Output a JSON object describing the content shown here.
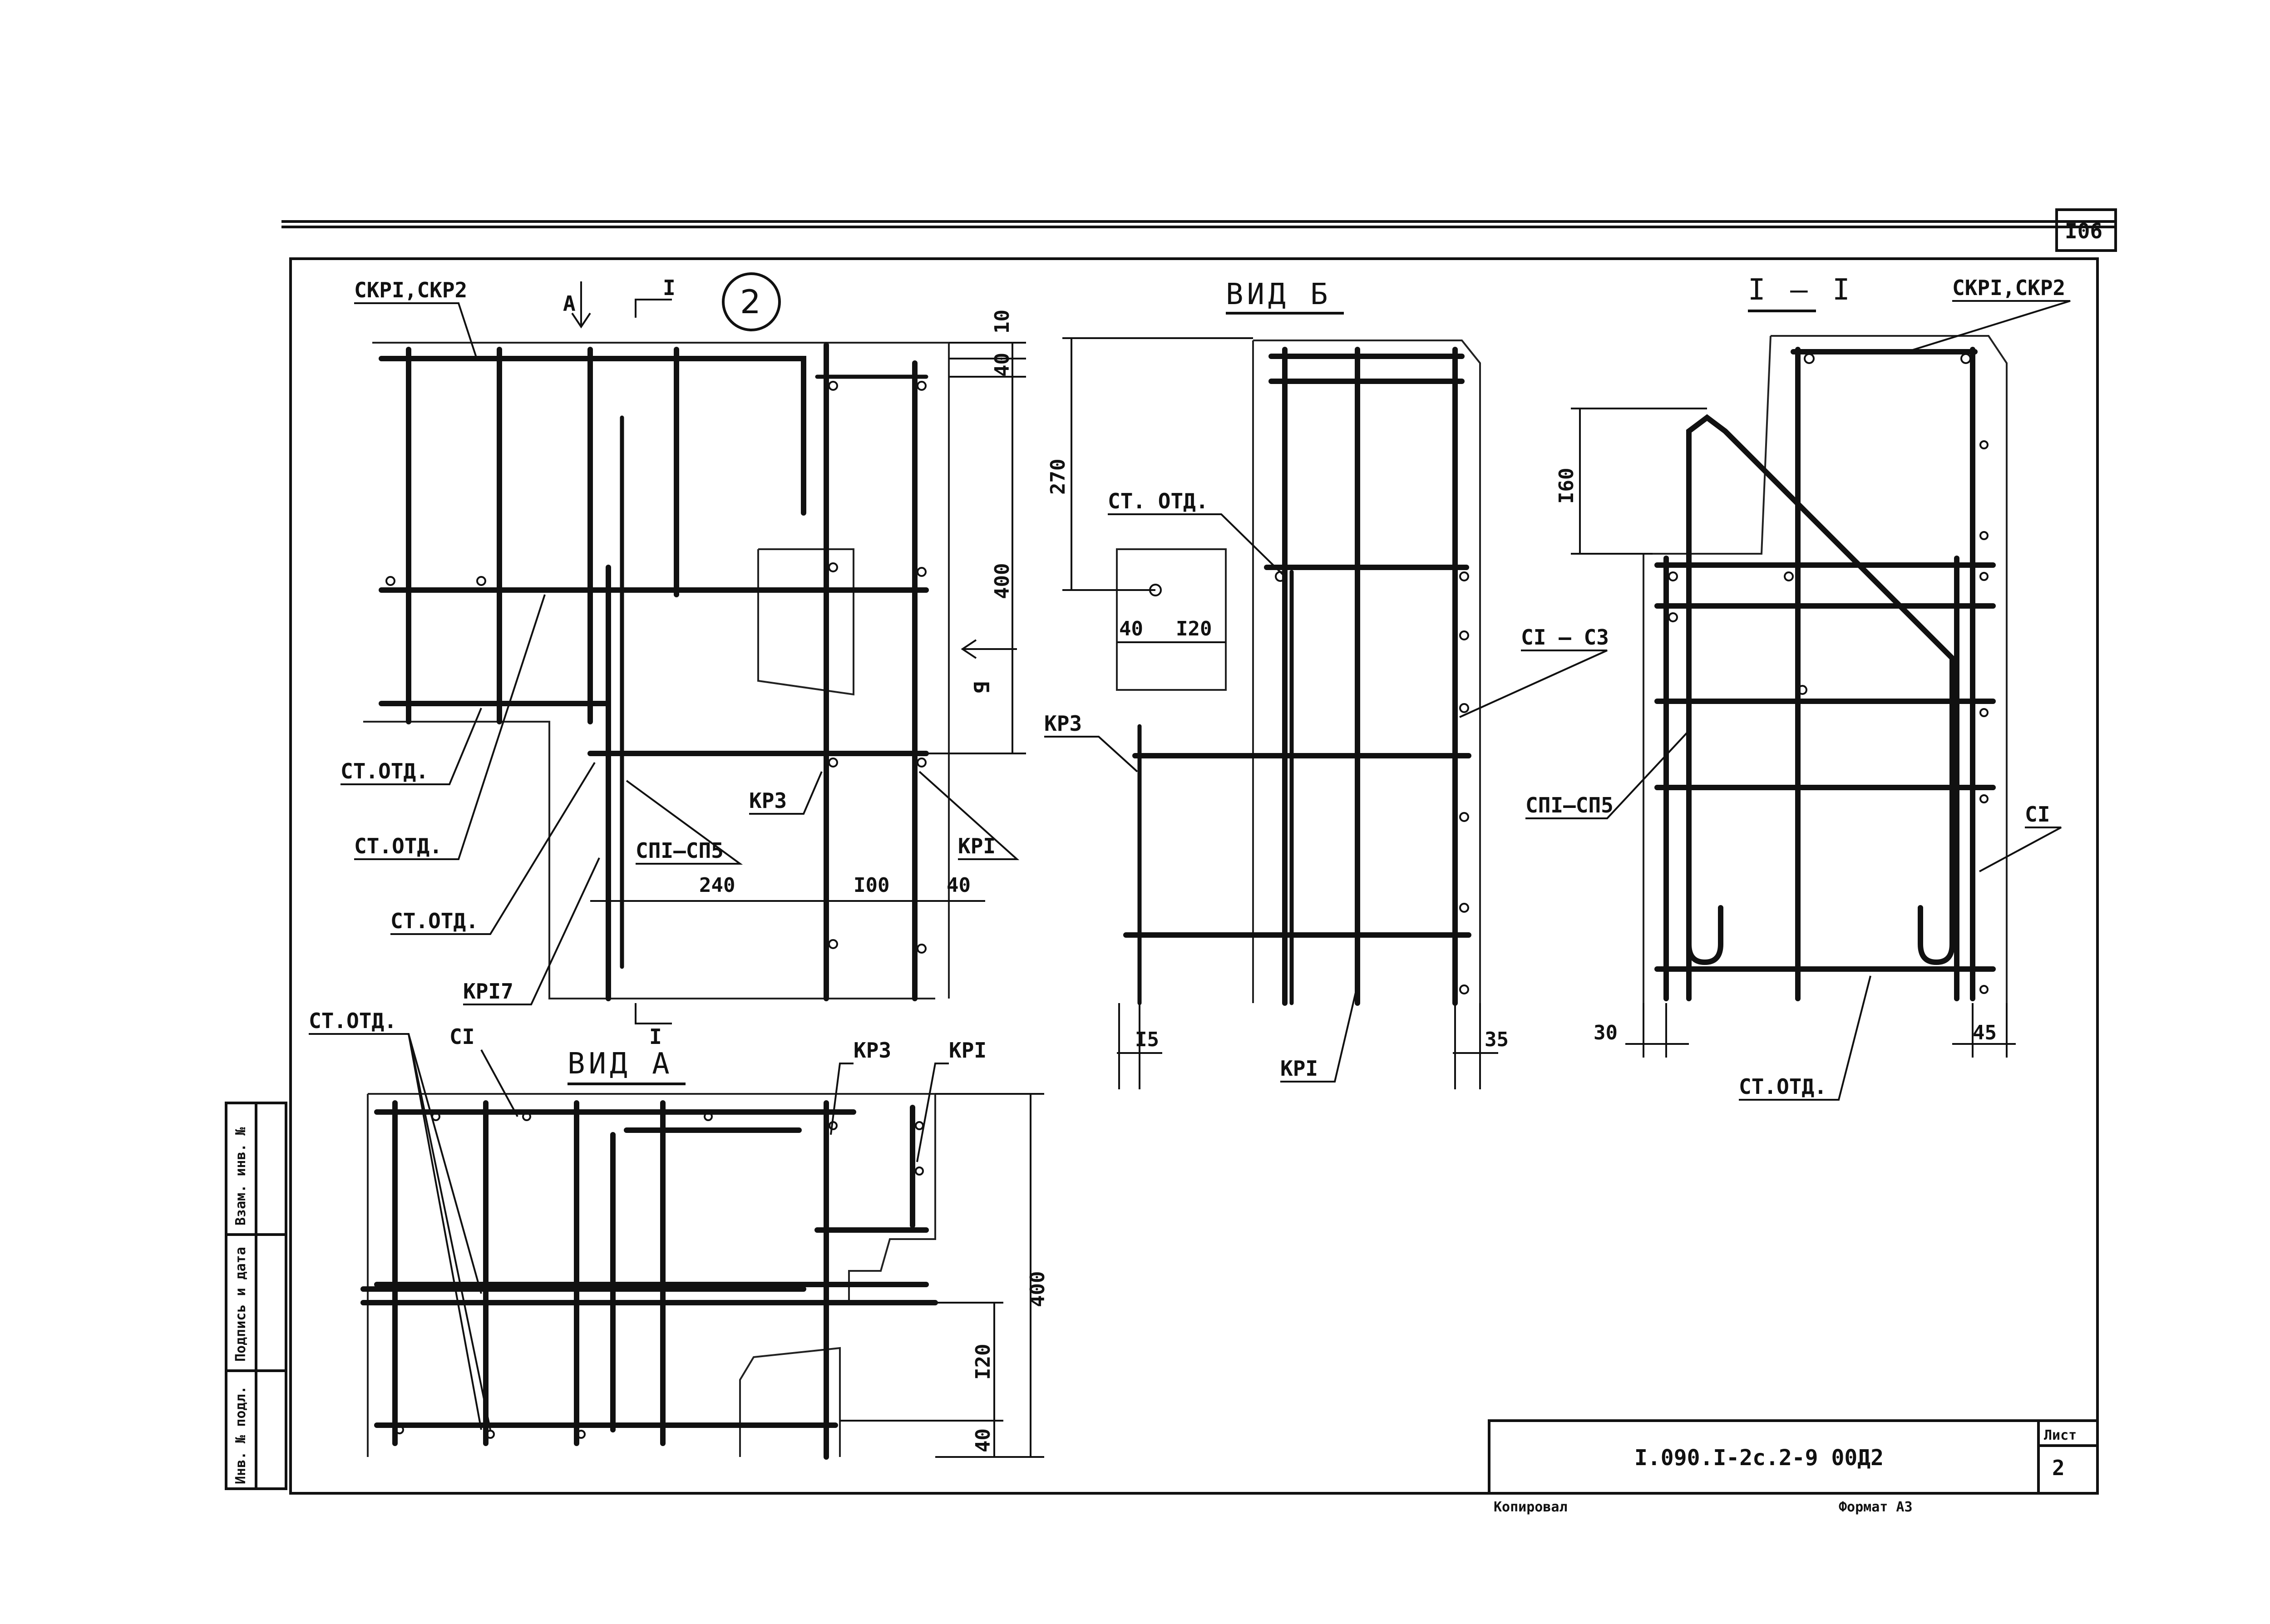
{
  "sheet": {
    "page_top_number": "I06",
    "detail_number": "2",
    "view_a_title": "ВИД  А",
    "view_b_title": "ВИД  Б",
    "section_title": "I – I",
    "title_block": {
      "document_code": "I.090.I-2с.2-9 00Д2",
      "sheet_label": "Лист",
      "sheet_number": "2"
    },
    "footer": {
      "copied_by": "Копировал",
      "format": "Формат А3"
    },
    "side_stamp": {
      "inv_no": "Инв. № подл.",
      "signature_date": "Подпись и дата",
      "replace_inv": "Взам. инв. №"
    }
  },
  "plan_view": {
    "label_ckr": "СКРI,СКР2",
    "label_a": "А",
    "section_mark_top": "I",
    "section_mark_bottom": "I",
    "label_b_arrow": "Б",
    "label_st_otd_1": "СТ.ОТД.",
    "label_st_otd_2": "СТ.ОТД.",
    "label_st_otd_3": "СТ.ОТД.",
    "label_kr17": "КРI7",
    "label_sp": "СПI–СП5",
    "label_kr3": "КР3",
    "label_kr1": "КРI",
    "dims": [
      "10",
      "40",
      "400",
      "240",
      "I00",
      "40"
    ]
  },
  "view_b": {
    "label_st_otd": "СТ. ОТД.",
    "label_c": "СI – С3",
    "label_kr3": "КР3",
    "label_kr1": "КРI",
    "dims": [
      "270",
      "40",
      "I20",
      "I5",
      "35"
    ]
  },
  "section_view": {
    "label_ckr": "СКРI,СКР2",
    "label_sp": "СПI–СП5",
    "label_c1": "СI",
    "label_st_otd": "СТ.ОТД.",
    "dims": [
      "I60",
      "30",
      "45"
    ]
  },
  "view_a": {
    "label_st_otd": "СТ.ОТД.",
    "label_c1": "СI",
    "label_kr3": "КР3",
    "label_kr1": "КРI",
    "dims": [
      "400",
      "I20",
      "40"
    ]
  }
}
